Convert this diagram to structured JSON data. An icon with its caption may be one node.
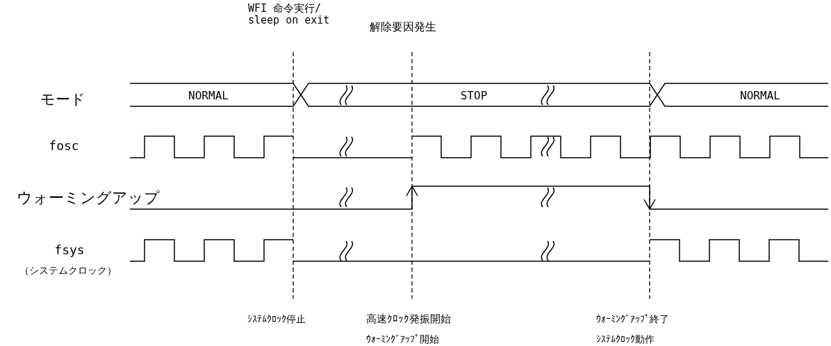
{
  "diagram": {
    "labels": [
      "WFI 命令実行/ sleep on exit",
      "解除要因発生",
      "モード",
      "NORMAL",
      "STOP",
      "NORMAL",
      "fosc",
      "ウォーミングアップ",
      "fsys",
      "（システムクロック）",
      "ｼｽﾃﾑｸﾛｯｸ停止",
      "高速ｸﾛｯｸ発振開始",
      "ｳｫｰﾐﾝｸﾞｱｯﾌﾟ開始",
      "ｳｫｰﾐﾝｸﾞｱｯﾌﾟ終了",
      "ｼｽﾃﾑｸﾛｯｸ動作"
    ]
  }
}
